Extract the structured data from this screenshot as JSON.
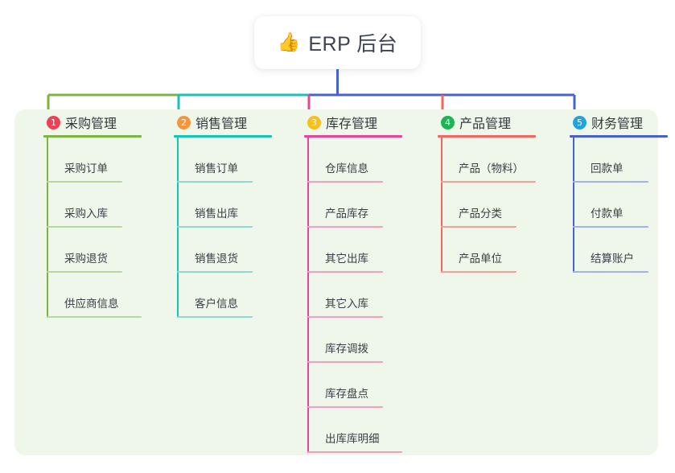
{
  "diagram": {
    "type": "mindmap",
    "title": "ERP 后台",
    "root": {
      "label": "ERP 后台",
      "icon": "thumbs-up-icon",
      "icon_glyph": "👍"
    },
    "canvas_color": "#eef7ea",
    "page_background": "#ffffff",
    "branches": [
      {
        "number": "1",
        "label": "采购管理",
        "badge_color": "#ef4056",
        "line_color": "#7cb342",
        "leaf_color": "#b7d9a0",
        "connector_color": "#7cb342",
        "leaves": [
          "采购订单",
          "采购入库",
          "采购退货",
          "供应商信息"
        ]
      },
      {
        "number": "2",
        "label": "销售管理",
        "badge_color": "#f5963c",
        "line_color": "#17c3b2",
        "leaf_color": "#8fd9d2",
        "connector_color": "#17c3b2",
        "leaves": [
          "销售订单",
          "销售出库",
          "销售退货",
          "客户信息"
        ]
      },
      {
        "number": "3",
        "label": "库存管理",
        "badge_color": "#f9bf1c",
        "line_color": "#e8459a",
        "leaf_color": "#eda0c4",
        "connector_color": "#e8459a",
        "leaves": [
          "仓库信息",
          "产品库存",
          "其它出库",
          "其它入库",
          "库存调拨",
          "库存盘点",
          "出库库明细"
        ]
      },
      {
        "number": "4",
        "label": "产品管理",
        "badge_color": "#1bb553",
        "line_color": "#f2675f",
        "leaf_color": "#f2a09a",
        "connector_color": "#f2675f",
        "leaves": [
          "产品（物料）",
          "产品分类",
          "产品单位"
        ]
      },
      {
        "number": "5",
        "label": "财务管理",
        "badge_color": "#21a3e0",
        "line_color": "#4762cf",
        "leaf_color": "#9fb3e8",
        "connector_color": "#4762cf",
        "leaves": [
          "回款单",
          "付款单",
          "结算账户"
        ]
      }
    ]
  }
}
